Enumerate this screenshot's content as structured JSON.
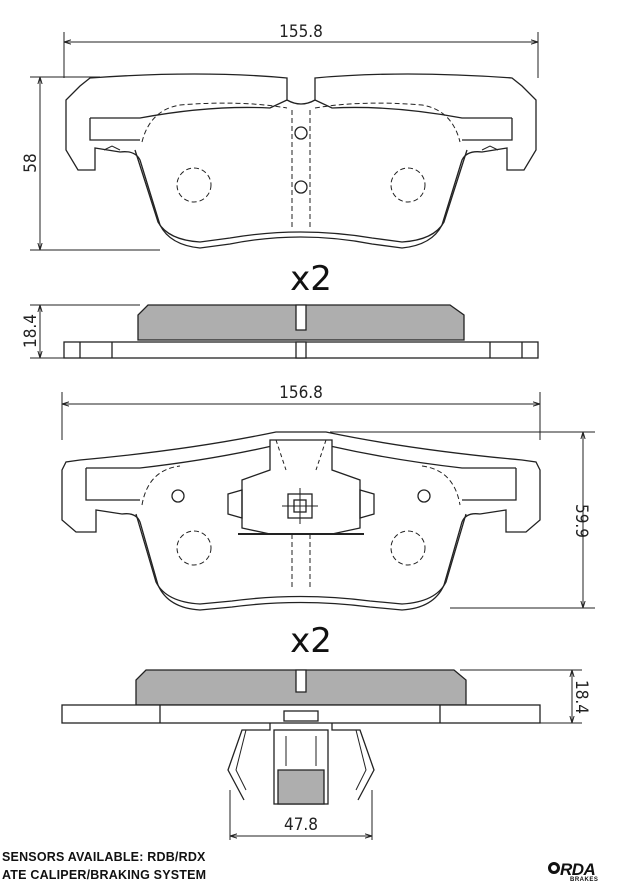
{
  "drawing": {
    "pad1": {
      "width_label": "155.8",
      "height_label": "58",
      "quantity_label": "x2",
      "side_thickness_label": "18.4"
    },
    "pad2": {
      "width_label": "156.8",
      "height_label": "59.9",
      "quantity_label": "x2",
      "side_thickness_label": "18.4",
      "clip_width_label": "47.8"
    }
  },
  "footer": {
    "line1": "SENSORS AVAILABLE: RDB/RDX",
    "line2": "ATE CALIPER/BRAKING SYSTEM"
  },
  "logo": {
    "brand": "RDA",
    "sub": "BRAKES"
  }
}
